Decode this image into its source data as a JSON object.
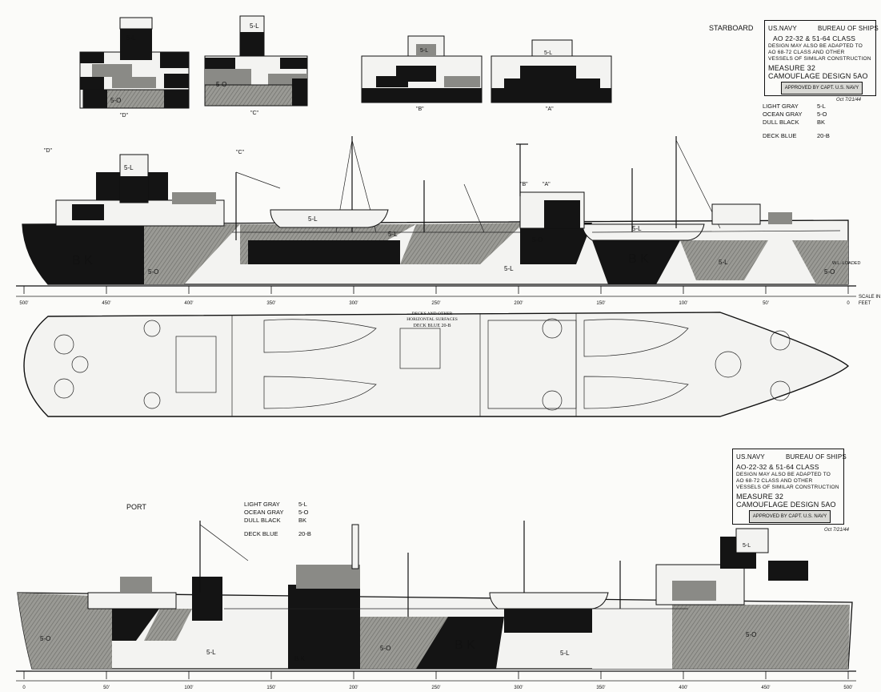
{
  "sheet": {
    "starboard_label": "STARBOARD",
    "port_label": "PORT",
    "scale_label_1": "SCALE IN",
    "scale_label_2": "FEET",
    "wl_label": "W.L.-LOADED",
    "deck_note_1": "DECKS AND OTHER",
    "deck_note_2": "HORIZONTAL SURFACES",
    "deck_note_3": "DECK BLUE 20-B"
  },
  "title_block_top": {
    "navy": "US.NAVY",
    "bureau": "BUREAU OF SHIPS",
    "class_line": "AO 22-32 & 51-64 CLASS",
    "adapt_1": "DESIGN MAY ALSO BE ADAPTED TO",
    "adapt_2": "AO 68-72 CLASS AND OTHER",
    "adapt_3": "VESSELS OF SIMILAR CONSTRUCTION",
    "measure": "MEASURE 32",
    "design": "CAMOUFLAGE DESIGN 5AO",
    "approved": "APPROVED BY",
    "rank": "CAPT. U.S. NAVY",
    "date": "Oct 7/21/44"
  },
  "title_block_bottom": {
    "navy": "US.NAVY",
    "bureau": "BUREAU OF SHIPS",
    "class_line": "AO-22-32 & 51-64 CLASS",
    "adapt_1": "DESIGN MAY ALSO BE ADAPTED TO",
    "adapt_2": "AO 68-72 CLASS AND OTHER",
    "adapt_3": "VESSELS OF SIMILAR CONSTRUCTION",
    "measure": "MEASURE 32",
    "design": "CAMOUFLAGE DESIGN 5AO",
    "approved": "APPROVED BY",
    "rank": "CAPT. U.S. NAVY",
    "date": "Oct 7/21/44"
  },
  "legend": {
    "items": [
      {
        "name": "LIGHT GRAY",
        "code": "5-L"
      },
      {
        "name": "OCEAN GRAY",
        "code": "5-O"
      },
      {
        "name": "DULL BLACK",
        "code": "BK"
      }
    ],
    "deck_name": "DECK BLUE",
    "deck_code": "20-B"
  },
  "views": {
    "d": "\"D\"",
    "c": "\"C\"",
    "b": "\"B\"",
    "a": "\"A\""
  },
  "codes": {
    "light": "5-L",
    "ocean": "5-O",
    "black": "B K"
  },
  "scale_top": [
    "500'",
    "450'",
    "400'",
    "350'",
    "300'",
    "250'",
    "200'",
    "150'",
    "100'",
    "50'",
    "0"
  ],
  "scale_bottom": [
    "0",
    "50'",
    "100'",
    "150'",
    "200'",
    "250'",
    "300'",
    "350'",
    "400'",
    "450'",
    "500'"
  ],
  "colors": {
    "dull_black": "#141414",
    "ocean_gray": "#8a8a86",
    "light_gray": "#f3f3f1",
    "paper": "#fbfbf9"
  }
}
